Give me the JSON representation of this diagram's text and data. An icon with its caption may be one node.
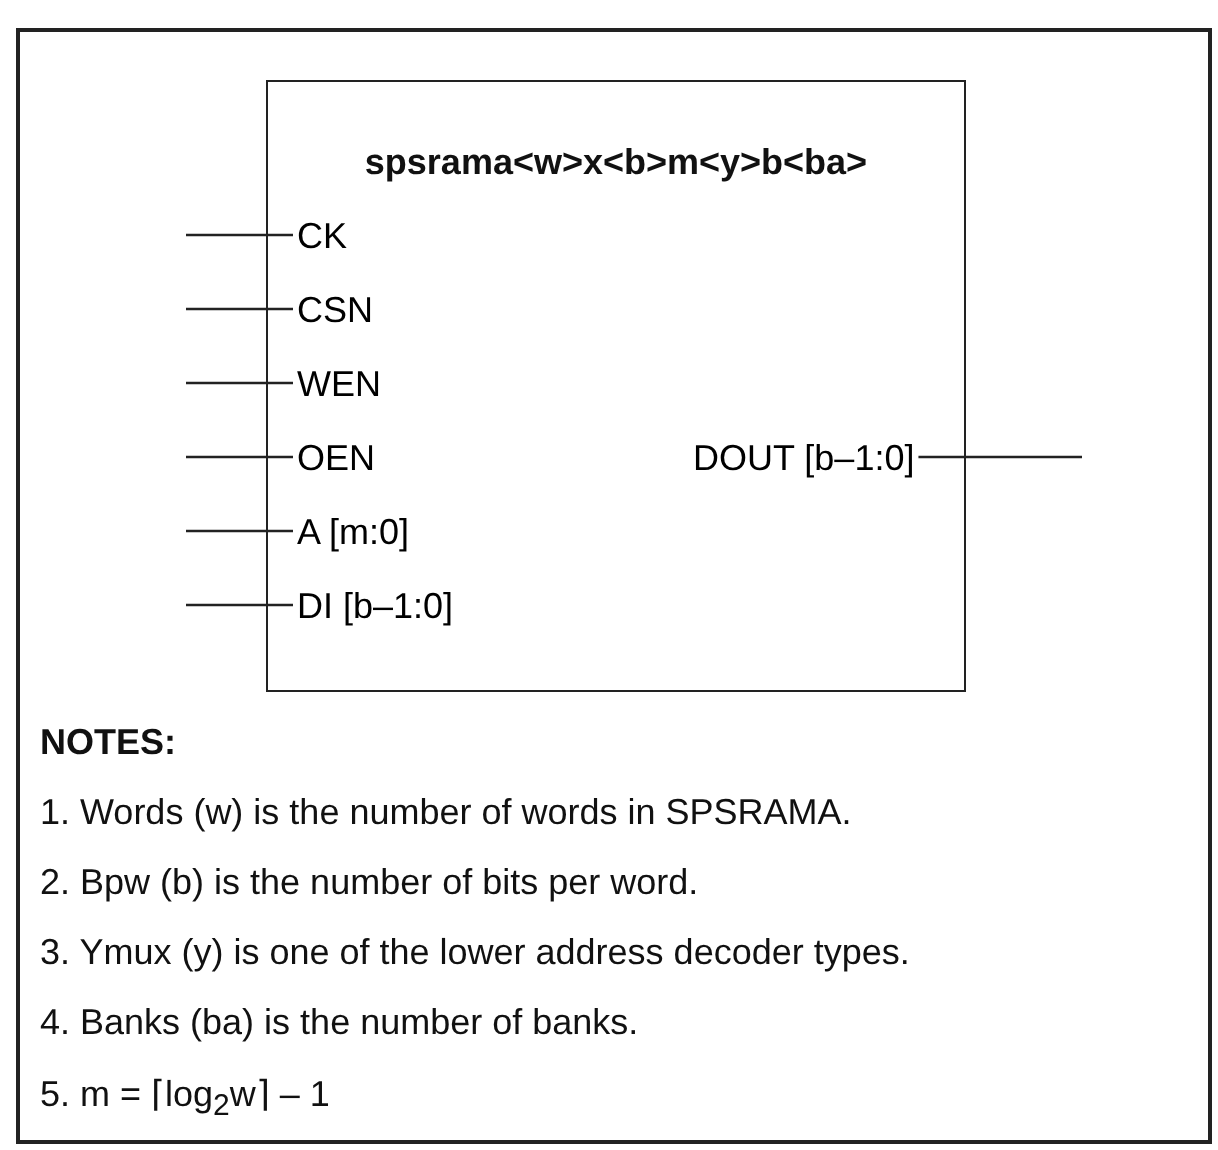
{
  "diagram": {
    "nodes": [
      {
        "text": [
          "NOTES:",
          "1. Words (w) is the number of words in SPSRAMA.",
          "2. Bpw (b) is the number of bits per word.",
          "3. Ymux (y) is one of the lower address decoder types.",
          "4. Banks (ba) is the number of banks.",
          "5. m = ⌈log$_{2}$w⌉ – 1"
        ]
      },
      {
        "text": [
          "spsrama<w>x<b>m<y>b<ba>"
        ],
        "in": 0
      },
      {
        "text": [
          "CK"
        ],
        "in": 1
      },
      {
        "text": [
          "CSN"
        ],
        "in": 1
      },
      {
        "text": [
          "WEN"
        ],
        "in": 1
      },
      {
        "text": [
          "OEN"
        ],
        "in": 1
      },
      {
        "text": [
          "A [m:0]"
        ],
        "in": 1
      },
      {
        "text": [
          "DI [b–1:0]"
        ],
        "in": 1
      },
      {
        "text": [
          "DOUT [b–1:0]"
        ],
        "in": 1
      }
    ],
    "edges": [
      {
        "from": null,
        "to": 2,
        "arrow": "none"
      },
      {
        "from": null,
        "to": 3,
        "arrow": "none"
      },
      {
        "from": null,
        "to": 4,
        "arrow": "none"
      },
      {
        "from": null,
        "to": 5,
        "arrow": "none"
      },
      {
        "from": null,
        "to": 6,
        "arrow": "none"
      },
      {
        "from": null,
        "to": 7,
        "arrow": "none"
      },
      {
        "from": 8,
        "to": null,
        "arrow": "none"
      }
    ]
  }
}
